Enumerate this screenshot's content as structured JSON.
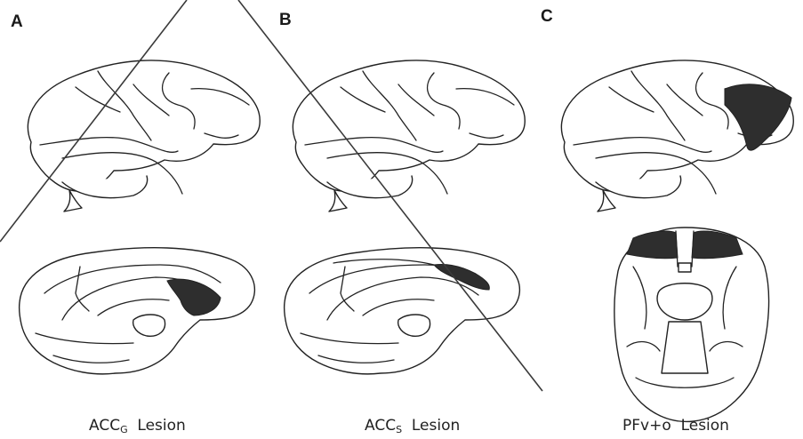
{
  "panels": [
    {
      "letter": "A",
      "caption_main": "ACC",
      "caption_sub": "G",
      "caption_tail": "Lesion"
    },
    {
      "letter": "B",
      "caption_main": "ACC",
      "caption_sub": "S",
      "caption_tail": "Lesion"
    },
    {
      "letter": "C",
      "caption_main": "PFv+o",
      "caption_sub": "",
      "caption_tail": "Lesion"
    }
  ],
  "colors": {
    "background": "#ffffff",
    "ink": "#222222",
    "lesion_fill": "#2e2e2e"
  }
}
